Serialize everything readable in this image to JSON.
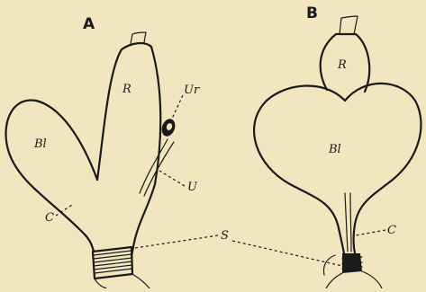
{
  "figure": {
    "panels": [
      {
        "letter": "A",
        "labels": {
          "rectum": "R",
          "bladder": "Bl",
          "ureter": "Ur",
          "urethra": "U",
          "cloaca": "C"
        }
      },
      {
        "letter": "B",
        "labels": {
          "rectum": "R",
          "bladder": "Bl",
          "cloaca": "C"
        }
      }
    ],
    "shared_label": "S",
    "ink_color": "#1a1a1a",
    "paper_color": "#f1e6c0"
  }
}
